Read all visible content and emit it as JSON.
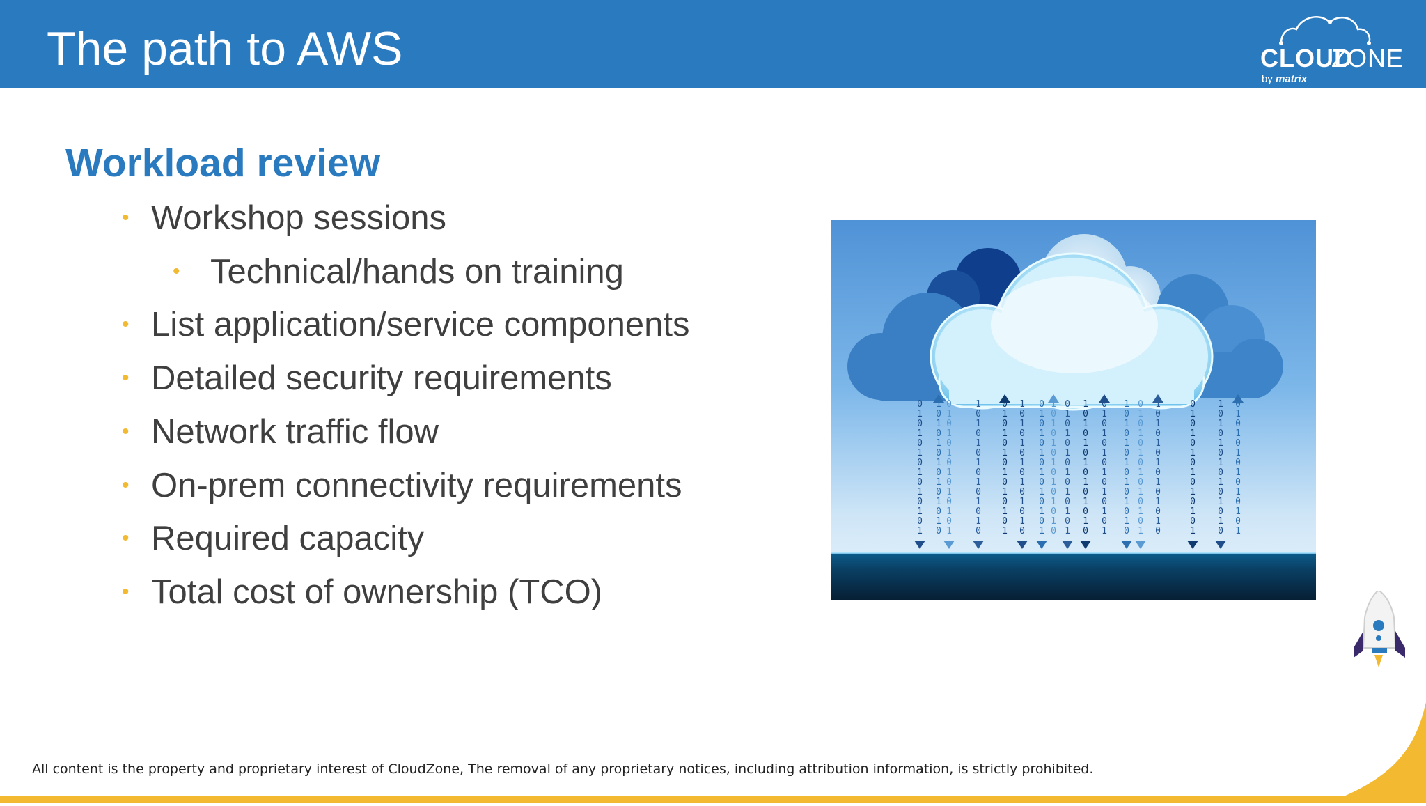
{
  "header": {
    "title": "The path to AWS",
    "logo": {
      "cloud": "CLOUD",
      "zone": "ZONE",
      "by": "by",
      "matrix": "matrix"
    }
  },
  "content": {
    "section_title": "Workload review",
    "bullets": [
      {
        "text": "Workshop sessions",
        "level": 1
      },
      {
        "text": "Technical/hands on training",
        "level": 2
      },
      {
        "text": "List application/service components",
        "level": 1
      },
      {
        "text": "Detailed security requirements",
        "level": 1
      },
      {
        "text": "Network traffic flow",
        "level": 1
      },
      {
        "text": "On-prem connectivity requirements",
        "level": 1
      },
      {
        "text": "Required capacity",
        "level": 1
      },
      {
        "text": "Total cost of ownership (TCO)",
        "level": 1
      }
    ],
    "bullet_glyph": "•"
  },
  "illustration": {
    "binary_digits": [
      "0",
      "1"
    ]
  },
  "footer": {
    "text": "All content is the property and proprietary interest of CloudZone, The removal of any proprietary notices, including attribution information, is strictly prohibited."
  },
  "colors": {
    "header_blue": "#2a7abf",
    "accent_yellow": "#f2b931",
    "body_text": "#3f3f3f"
  }
}
